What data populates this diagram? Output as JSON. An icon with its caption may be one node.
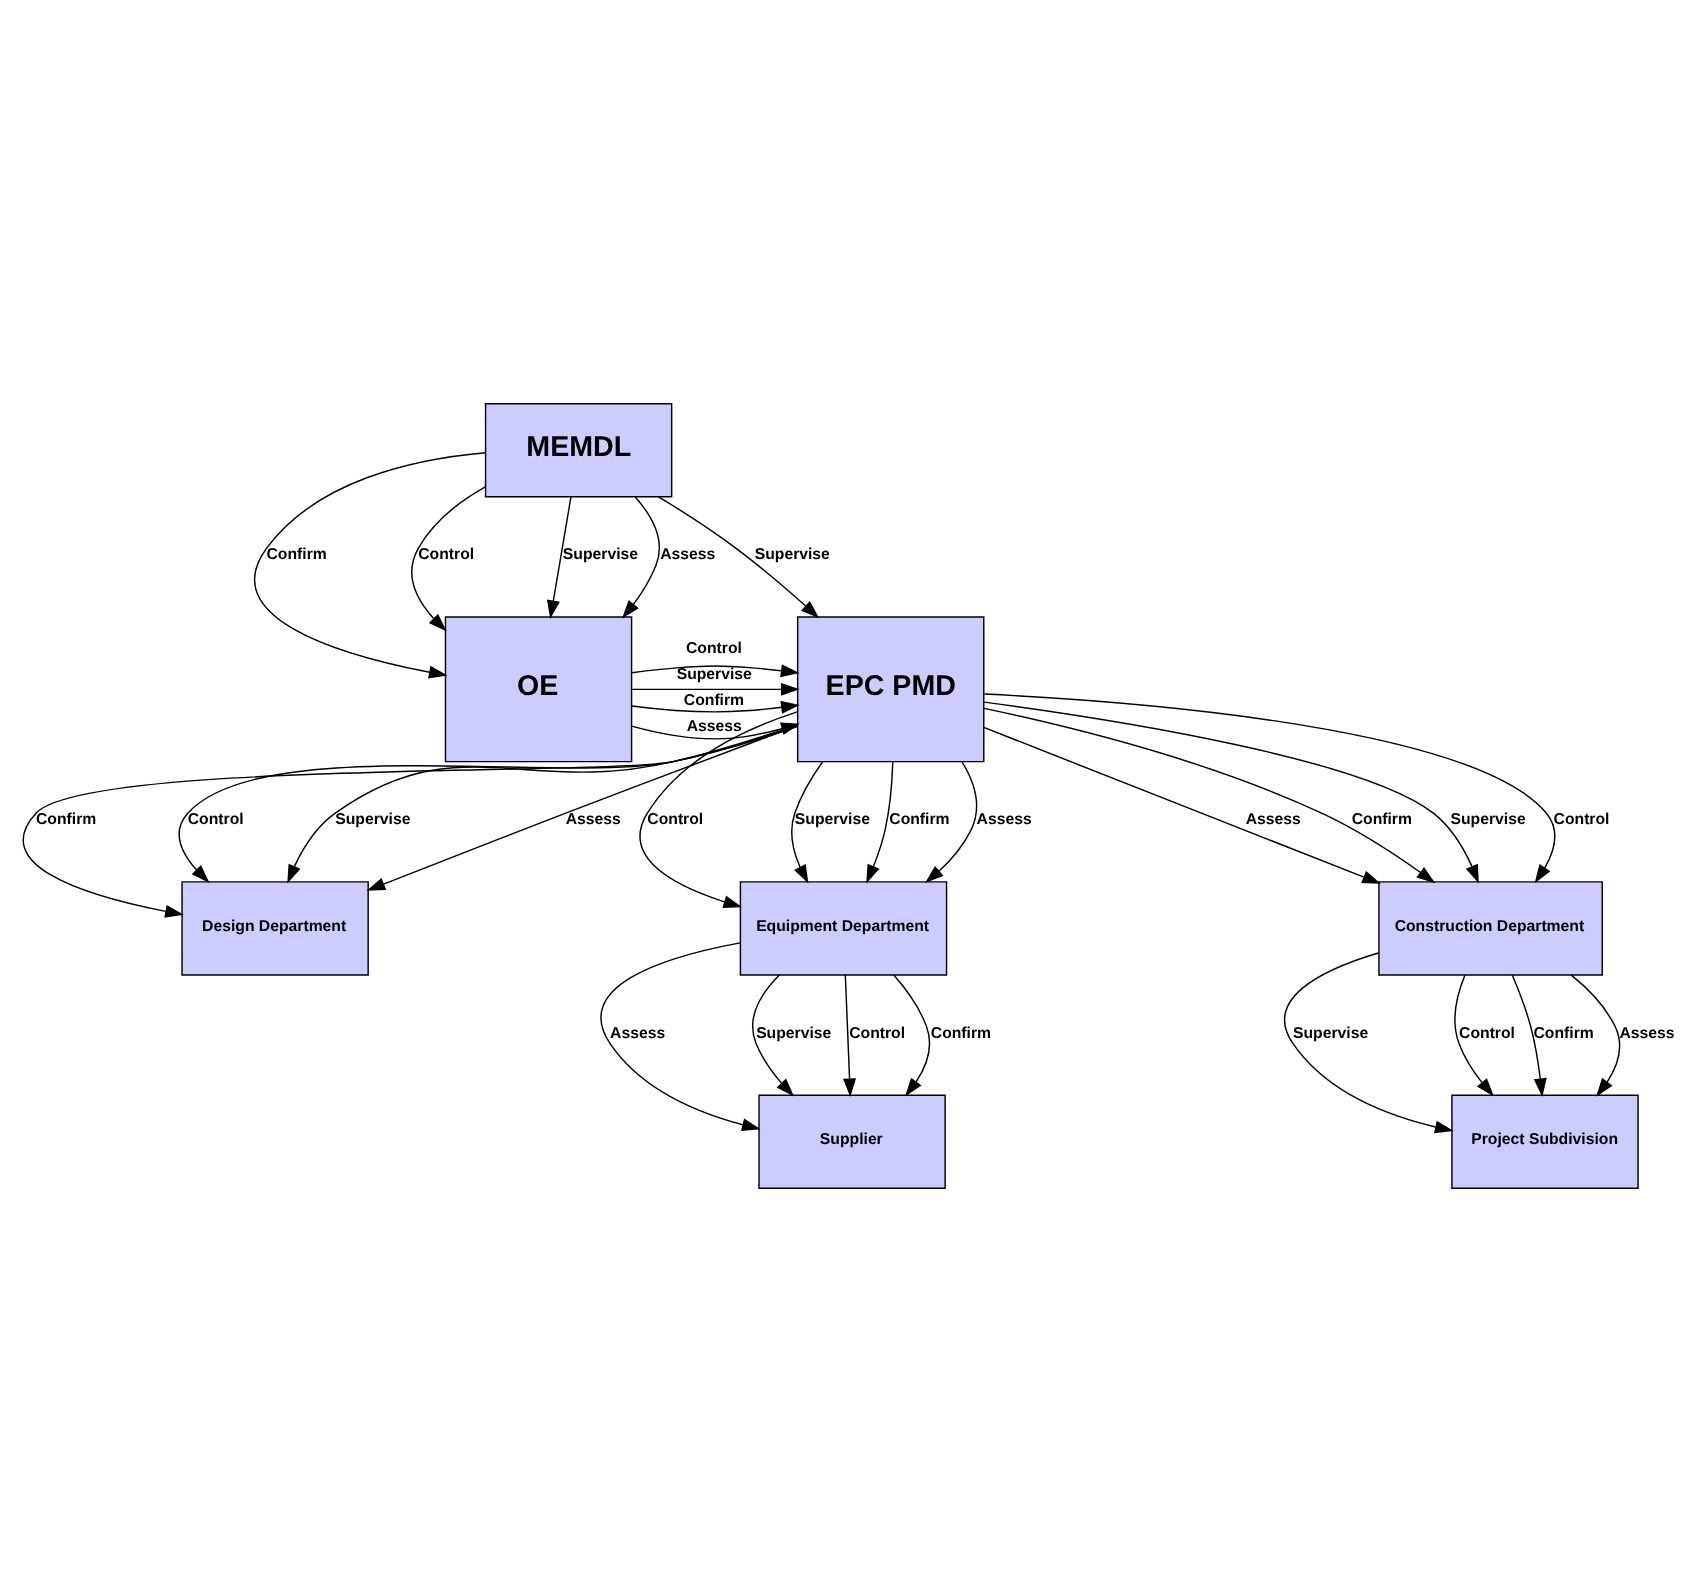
{
  "diagram": {
    "nodes": [
      {
        "text": [
          "MEMDL"
        ]
      },
      {
        "text": [
          "OE"
        ]
      },
      {
        "text": [
          "EPC PMD"
        ]
      },
      {
        "text": [
          "Design Department"
        ]
      },
      {
        "text": [
          "Equipment Department"
        ]
      },
      {
        "text": [
          "Construction Department"
        ]
      },
      {
        "text": [
          "Supplier"
        ]
      },
      {
        "text": [
          "Project Subdivision"
        ]
      }
    ],
    "edges": [
      {
        "from": 0,
        "to": 2,
        "arrow": "to",
        "label": "Supervise"
      },
      {
        "from": 0,
        "to": 1,
        "arrow": "to",
        "label": "Confirm"
      },
      {
        "from": 0,
        "to": 1,
        "arrow": "to",
        "label": "Control"
      },
      {
        "from": 0,
        "to": 1,
        "arrow": "to",
        "label": "Supervise"
      },
      {
        "from": 0,
        "to": 1,
        "arrow": "to",
        "label": "Assess"
      },
      {
        "from": 1,
        "to": 2,
        "arrow": "to",
        "label": "Assess"
      },
      {
        "from": 1,
        "to": 2,
        "arrow": "to",
        "label": "Confirm"
      },
      {
        "from": 1,
        "to": 2,
        "arrow": "to",
        "label": "Control"
      },
      {
        "from": 1,
        "to": 2,
        "arrow": "to",
        "label": "Supervise"
      },
      {
        "from": 2,
        "to": 3,
        "arrow": "to",
        "label": "Confirm"
      },
      {
        "from": 2,
        "to": 3,
        "arrow": "to",
        "label": "Control"
      },
      {
        "from": 2,
        "to": 3,
        "arrow": "to",
        "label": "Supervise"
      },
      {
        "from": 2,
        "to": 3,
        "arrow": "to",
        "label": "Assess"
      },
      {
        "from": 2,
        "to": 4,
        "arrow": "to",
        "label": "Control"
      },
      {
        "from": 2,
        "to": 4,
        "arrow": "to",
        "label": "Supervise"
      },
      {
        "from": 2,
        "to": 4,
        "arrow": "to",
        "label": "Confirm"
      },
      {
        "from": 2,
        "to": 4,
        "arrow": "to",
        "label": "Assess"
      },
      {
        "from": 2,
        "to": 5,
        "arrow": "to",
        "label": "Assess"
      },
      {
        "from": 2,
        "to": 5,
        "arrow": "to",
        "label": "Confirm"
      },
      {
        "from": 2,
        "to": 5,
        "arrow": "to",
        "label": "Supervise"
      },
      {
        "from": 2,
        "to": 5,
        "arrow": "to",
        "label": "Control"
      },
      {
        "from": 4,
        "to": 6,
        "arrow": "to",
        "label": "Assess"
      },
      {
        "from": 4,
        "to": 6,
        "arrow": "to",
        "label": "Supervise"
      },
      {
        "from": 4,
        "to": 6,
        "arrow": "to",
        "label": "Control"
      },
      {
        "from": 4,
        "to": 6,
        "arrow": "to",
        "label": "Confirm"
      },
      {
        "from": 5,
        "to": 7,
        "arrow": "to",
        "label": "Supervise"
      },
      {
        "from": 5,
        "to": 7,
        "arrow": "to",
        "label": "Control"
      },
      {
        "from": 5,
        "to": 7,
        "arrow": "to",
        "label": "Confirm"
      },
      {
        "from": 5,
        "to": 7,
        "arrow": "to",
        "label": "Assess"
      }
    ]
  }
}
